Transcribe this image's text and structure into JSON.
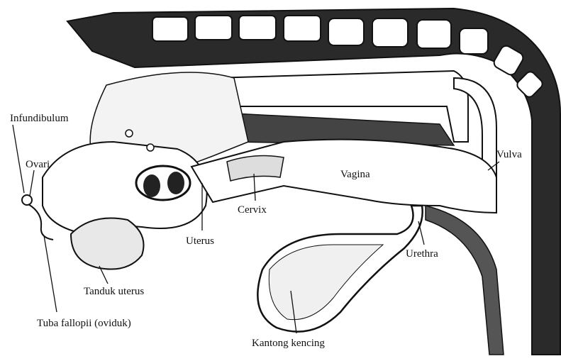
{
  "labels": {
    "infundibulum": "Infundibulum",
    "ovari": "Ovari",
    "vulva": "Vulva",
    "vagina": "Vagina",
    "cervix": "Cervix",
    "uterus": "Uterus",
    "urethra": "Urethra",
    "tanduk_uterus": "Tanduk uterus",
    "tuba_fallopii": "Tuba fallopii (oviduk)",
    "kantong_kencing": "Kantong kencing"
  },
  "colors": {
    "ink": "#111111",
    "shade": "#5a5a5a",
    "paper": "#ffffff",
    "light": "#e6e6e6"
  }
}
